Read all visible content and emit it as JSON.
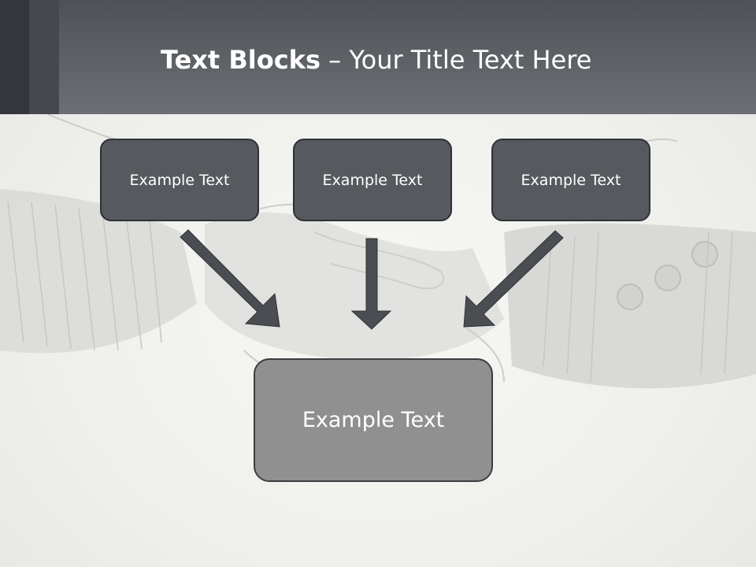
{
  "slide": {
    "title_bold": "Text Blocks",
    "title_dash": " – ",
    "title_rest": "Your Title Text Here"
  },
  "blocks": [
    {
      "text": "Example Text"
    },
    {
      "text": "Example Text"
    },
    {
      "text": "Example Text"
    }
  ],
  "target": {
    "text": "Example Text"
  },
  "colors": {
    "header": "#5e6266",
    "block_fill": "#565a5f",
    "target_fill": "#909090",
    "arrow": "#4a4e52"
  },
  "background_image": "handshake-sketch"
}
